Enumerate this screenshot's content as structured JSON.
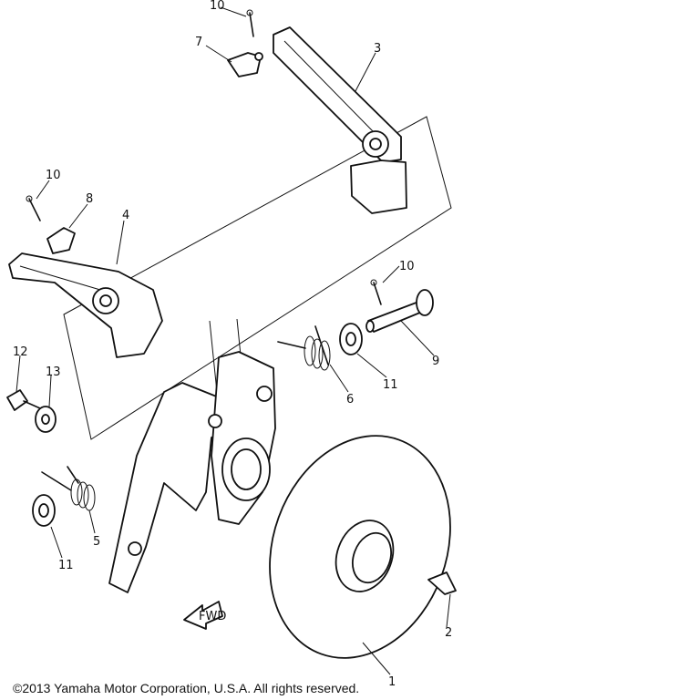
{
  "diagram": {
    "callouts": [
      {
        "id": "c10-top",
        "text": "10"
      },
      {
        "id": "c7",
        "text": "7"
      },
      {
        "id": "c3",
        "text": "3"
      },
      {
        "id": "c10-left",
        "text": "10"
      },
      {
        "id": "c8",
        "text": "8"
      },
      {
        "id": "c4",
        "text": "4"
      },
      {
        "id": "c10-right",
        "text": "10"
      },
      {
        "id": "c9",
        "text": "9"
      },
      {
        "id": "c12",
        "text": "12"
      },
      {
        "id": "c13",
        "text": "13"
      },
      {
        "id": "c6",
        "text": "6"
      },
      {
        "id": "c11-right",
        "text": "11"
      },
      {
        "id": "c5",
        "text": "5"
      },
      {
        "id": "c11-left",
        "text": "11"
      },
      {
        "id": "c2",
        "text": "2"
      },
      {
        "id": "c1",
        "text": "1"
      }
    ],
    "fwd_label": "FWD"
  },
  "footer": {
    "copyright": "©2013 Yamaha Motor Corporation, U.S.A. All rights reserved."
  }
}
